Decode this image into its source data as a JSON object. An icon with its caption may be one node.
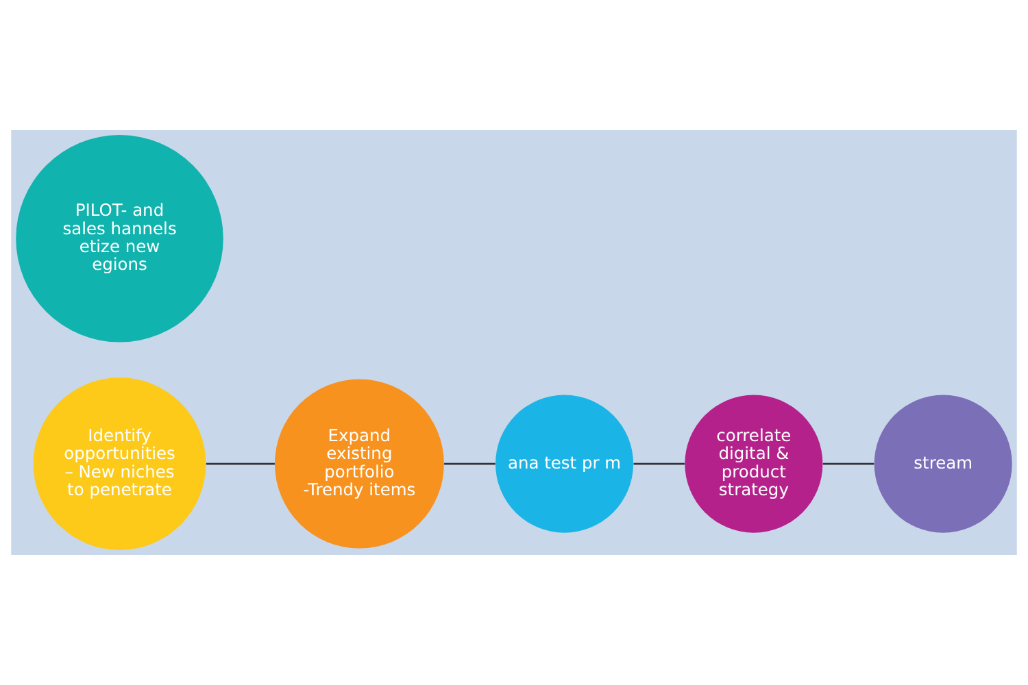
{
  "diagram": {
    "nodes": [
      {
        "text": [
          "correlate digital & product strategy"
        ]
      },
      {
        "text": [
          "stream"
        ]
      },
      {
        "text": [
          "ana test pr m"
        ]
      },
      {
        "text": [
          "Expand existing portfolio -Trendy items"
        ]
      },
      {
        "text": [
          "Identify opportunities – New niches to penetrate"
        ]
      },
      {
        "text": [
          "PILOT- and sales hannels etize new egions"
        ]
      }
    ],
    "edges": [
      {
        "from": 4,
        "to": 3,
        "arrow": "none"
      },
      {
        "from": 3,
        "to": 2,
        "arrow": "none"
      },
      {
        "from": 2,
        "to": 0,
        "arrow": "none"
      },
      {
        "from": 0,
        "to": 1,
        "arrow": "none"
      }
    ]
  }
}
